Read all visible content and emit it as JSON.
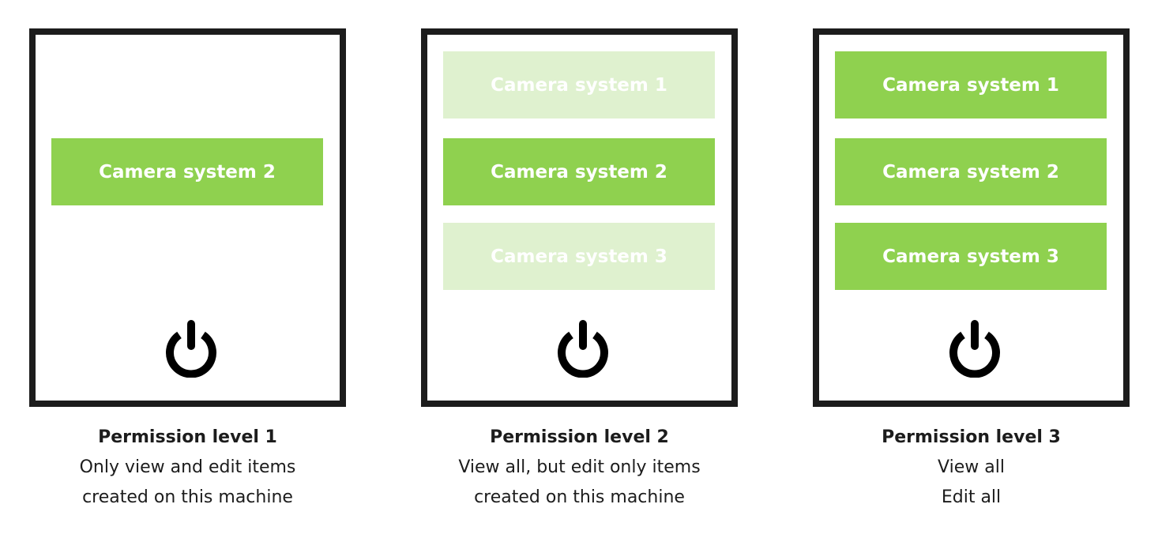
{
  "colors": {
    "active": "#8fd14f",
    "inactive": "#dff1cf",
    "frame": "#1c1c1c"
  },
  "panels": [
    {
      "buttons": [
        {
          "label": "Camera system 2",
          "state": "active"
        }
      ],
      "icon": "power-icon",
      "title": "Permission level 1",
      "lines": [
        "Only view and edit items",
        "created on this machine"
      ]
    },
    {
      "buttons": [
        {
          "label": "Camera system 1",
          "state": "inactive"
        },
        {
          "label": "Camera system 2",
          "state": "active"
        },
        {
          "label": "Camera system 3",
          "state": "inactive"
        }
      ],
      "icon": "power-icon",
      "title": "Permission level 2",
      "lines": [
        "View all, but edit only items",
        "created on this machine"
      ]
    },
    {
      "buttons": [
        {
          "label": "Camera system 1",
          "state": "active"
        },
        {
          "label": "Camera system 2",
          "state": "active"
        },
        {
          "label": "Camera system 3",
          "state": "active"
        }
      ],
      "icon": "power-icon",
      "title": "Permission level 3",
      "lines": [
        "View all",
        "Edit all"
      ]
    }
  ]
}
